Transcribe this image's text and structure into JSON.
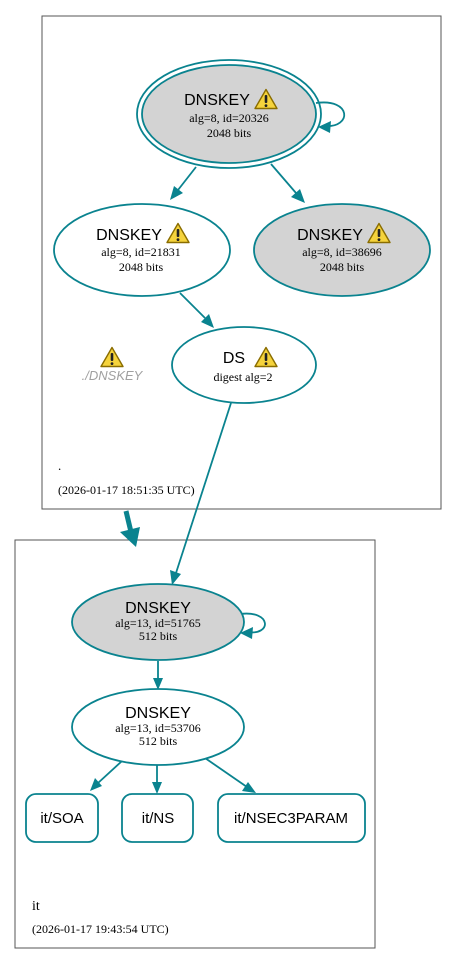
{
  "colors": {
    "edge": "#0a838f",
    "cluster_border": "#555555",
    "node_fill_gray": "#d3d3d3",
    "node_fill_white": "#ffffff",
    "warn_fill": "#f5d33c",
    "warn_stroke": "#8a6d00",
    "faded_text": "#a0a0a0"
  },
  "root_zone": {
    "name": ".",
    "timestamp": "(2026-01-17 18:51:35 UTC)",
    "ksk": {
      "title": "DNSKEY",
      "line1": "alg=8, id=20326",
      "line2": "2048 bits",
      "warning": "warning-icon"
    },
    "zsk1": {
      "title": "DNSKEY",
      "line1": "alg=8, id=21831",
      "line2": "2048 bits",
      "warning": "warning-icon"
    },
    "zsk2": {
      "title": "DNSKEY",
      "line1": "alg=8, id=38696",
      "line2": "2048 bits",
      "warning": "warning-icon"
    },
    "ds": {
      "title": "DS",
      "line1": "digest alg=2",
      "warning": "warning-icon"
    },
    "missing": {
      "label": "./DNSKEY",
      "warning": "warning-icon"
    }
  },
  "it_zone": {
    "name": "it",
    "timestamp": "(2026-01-17 19:43:54 UTC)",
    "ksk": {
      "title": "DNSKEY",
      "line1": "alg=13, id=51765",
      "line2": "512 bits"
    },
    "zsk": {
      "title": "DNSKEY",
      "line1": "alg=13, id=53706",
      "line2": "512 bits"
    },
    "records": [
      {
        "label": "it/SOA"
      },
      {
        "label": "it/NS"
      },
      {
        "label": "it/NSEC3PARAM"
      }
    ]
  }
}
